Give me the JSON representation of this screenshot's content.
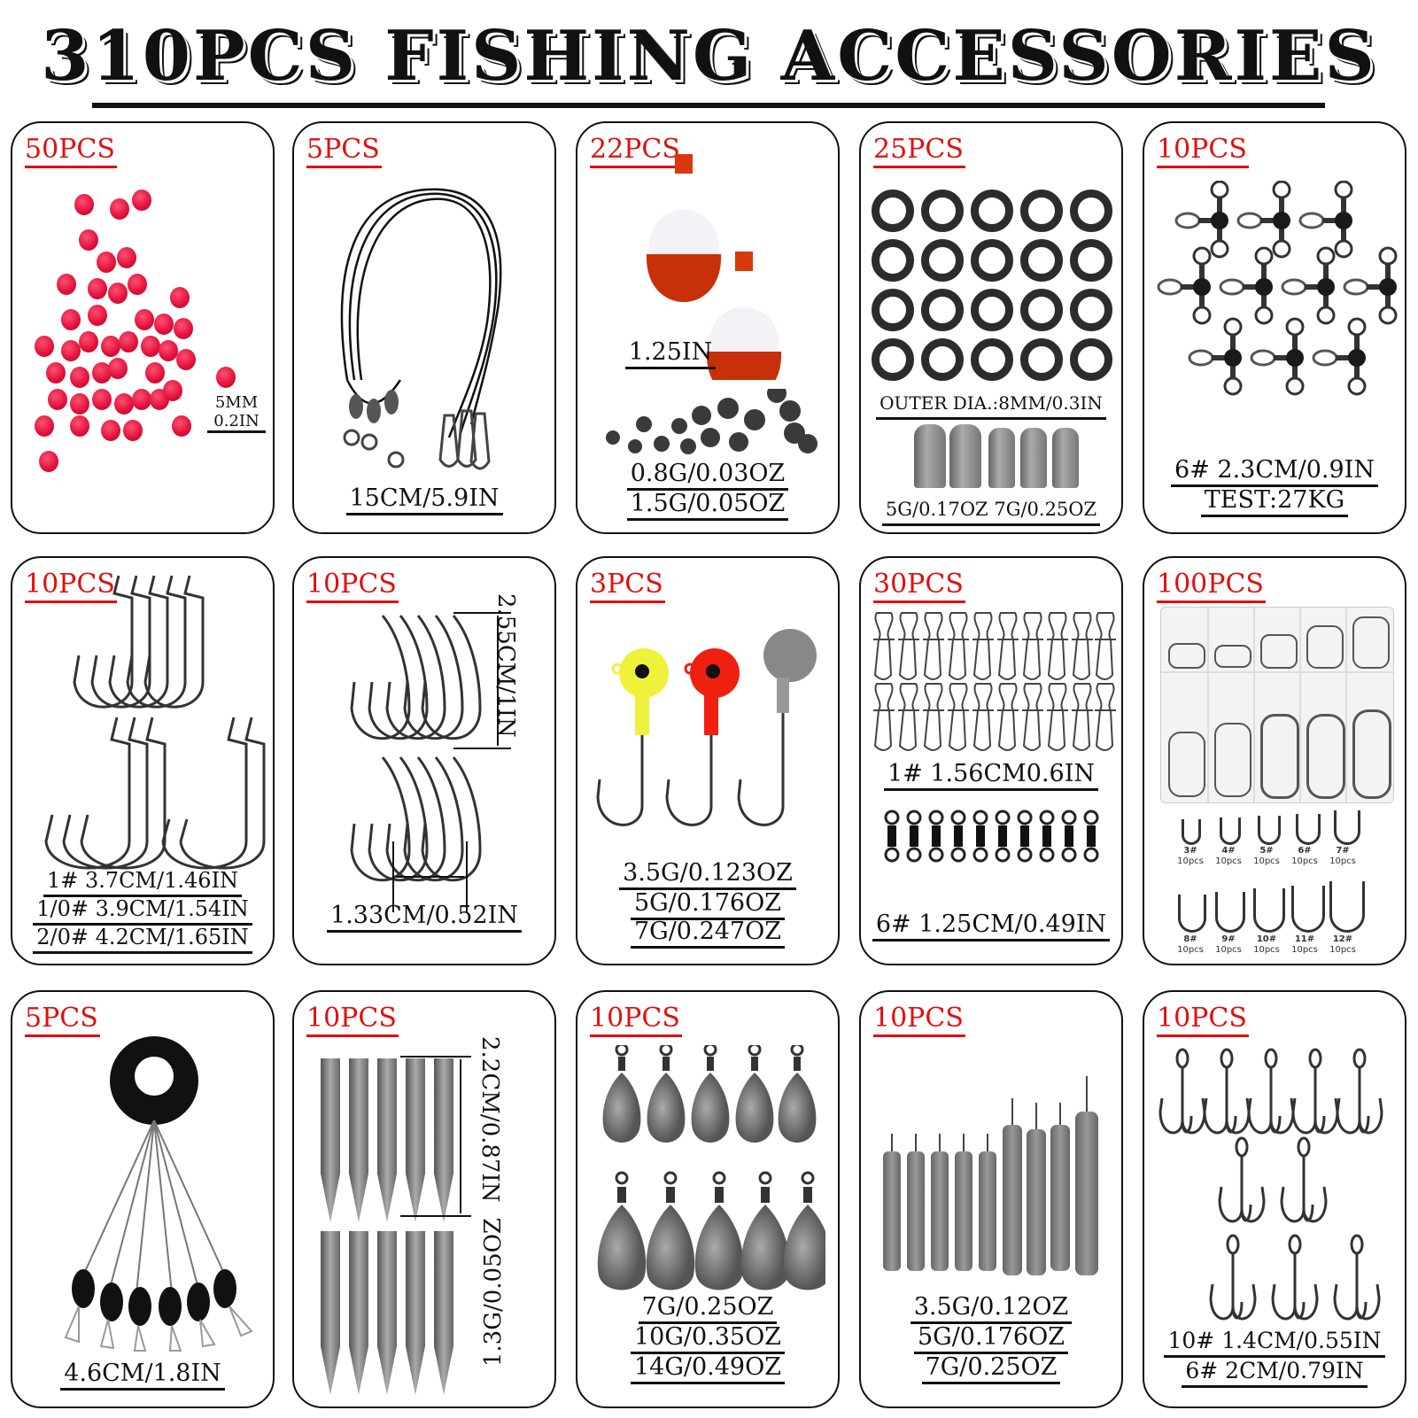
{
  "header": {
    "title": "310PCS FISHING ACCESSORIES"
  },
  "colors": {
    "quantity_red": "#e01010",
    "text": "#111111",
    "border": "#111111",
    "bead_red": "#e0103a",
    "float_red": "#c8300a"
  },
  "cards": [
    {
      "qty": "50PCS",
      "item": "beads",
      "specs": [
        "5MM",
        "0.2IN"
      ]
    },
    {
      "qty": "5PCS",
      "item": "wire-leaders",
      "specs": [
        "15CM/5.9IN"
      ]
    },
    {
      "qty": "22PCS",
      "item": "bobbers-and-split-shot",
      "specs": [
        "1.25IN",
        "0.8G/0.03OZ",
        "1.5G/0.05OZ"
      ]
    },
    {
      "qty": "25PCS",
      "item": "rubber-rings-and-bullet-sinkers",
      "specs": [
        "OUTER DIA.:8MM/0.3IN",
        "5G/0.17OZ 7G/0.25OZ"
      ]
    },
    {
      "qty": "10PCS",
      "item": "three-way-swivels",
      "specs": [
        "6# 2.3CM/0.9IN",
        "TEST:27KG"
      ]
    },
    {
      "qty": "10PCS",
      "item": "offset-worm-hooks",
      "specs": [
        "1# 3.7CM/1.46IN",
        "1/0# 3.9CM/1.54IN",
        "2/0# 4.2CM/1.65IN"
      ]
    },
    {
      "qty": "10PCS",
      "item": "octopus-hooks",
      "specs": [
        "2.55CM/1IN",
        "1.33CM/0.52IN"
      ]
    },
    {
      "qty": "3PCS",
      "item": "jig-heads",
      "specs": [
        "3.5G/0.123OZ",
        "5G/0.176OZ",
        "7G/0.247OZ"
      ]
    },
    {
      "qty": "30PCS",
      "item": "snaps-and-swivels",
      "specs": [
        "1# 1.56CM0.6IN",
        "6# 1.25CM/0.49IN"
      ]
    },
    {
      "qty": "100PCS",
      "item": "hook-box",
      "specs": [],
      "hook_sizes": [
        {
          "size": "3#",
          "count": "10pcs"
        },
        {
          "size": "4#",
          "count": "10pcs"
        },
        {
          "size": "5#",
          "count": "10pcs"
        },
        {
          "size": "6#",
          "count": "10pcs"
        },
        {
          "size": "7#",
          "count": "10pcs"
        },
        {
          "size": "8#",
          "count": "10pcs"
        },
        {
          "size": "9#",
          "count": "10pcs"
        },
        {
          "size": "10#",
          "count": "10pcs"
        },
        {
          "size": "11#",
          "count": "10pcs"
        },
        {
          "size": "12#",
          "count": "10pcs"
        }
      ]
    },
    {
      "qty": "5PCS",
      "item": "float-stoppers",
      "specs": [
        "4.6CM/1.8IN"
      ]
    },
    {
      "qty": "10PCS",
      "item": "nail-weights",
      "specs": [
        "2.2CM/0.87IN",
        "1.3G/0.05OZ"
      ]
    },
    {
      "qty": "10PCS",
      "item": "teardrop-sinkers",
      "specs": [
        "7G/0.25OZ",
        "10G/0.35OZ",
        "14G/0.49OZ"
      ]
    },
    {
      "qty": "10PCS",
      "item": "drop-shot-weights",
      "specs": [
        "3.5G/0.12OZ",
        "5G/0.176OZ",
        "7G/0.25OZ"
      ]
    },
    {
      "qty": "10PCS",
      "item": "treble-hooks",
      "specs": [
        "10# 1.4CM/0.55IN",
        "6# 2CM/0.79IN"
      ]
    }
  ]
}
